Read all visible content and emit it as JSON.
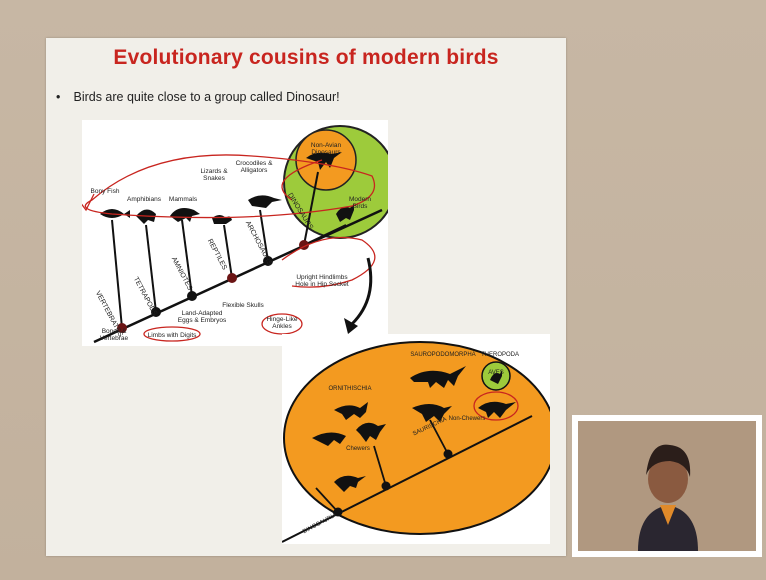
{
  "slide": {
    "title": "Evolutionary cousins of modern birds",
    "bullet": "Birds are quite close to a group called Dinosaur!"
  },
  "cladogram": {
    "taxa": [
      "Bony Fish",
      "Amphibians",
      "Mammals",
      "Lizards & Snakes",
      "Crocodiles & Alligators",
      "Non-Avian Dinosaurs",
      "Modern Birds"
    ],
    "clades": [
      "VERTEBRATES",
      "TETRAPODS",
      "AMNIOTES",
      "REPTILES",
      "ARCHOSAURS",
      "DINOSAURS"
    ],
    "traits": [
      "Bones & Vertebrae",
      "Limbs with Digits",
      "Land-Adapted Eggs & Embryos",
      "Flexible Skulls",
      "Hinge-Like Ankles",
      "Upright Hindlimbs Hole in Hip Socket"
    ]
  },
  "dino_tree": {
    "labels": {
      "sauropodomorpha": "SAUROPODOMORPHA",
      "theropoda": "THEROPODA",
      "aves": "AVES",
      "ornithischia": "ORNITHISCHIA",
      "saurischia": "SAURISCHIA",
      "non_chewers": "Non-Chewers",
      "chewers": "Chewers",
      "dinosauria": "DINOSAURIA"
    }
  },
  "colors": {
    "title": "#c8251f",
    "ink": "#c8251f",
    "orange": "#f39a20",
    "green": "#9dcb3b"
  }
}
